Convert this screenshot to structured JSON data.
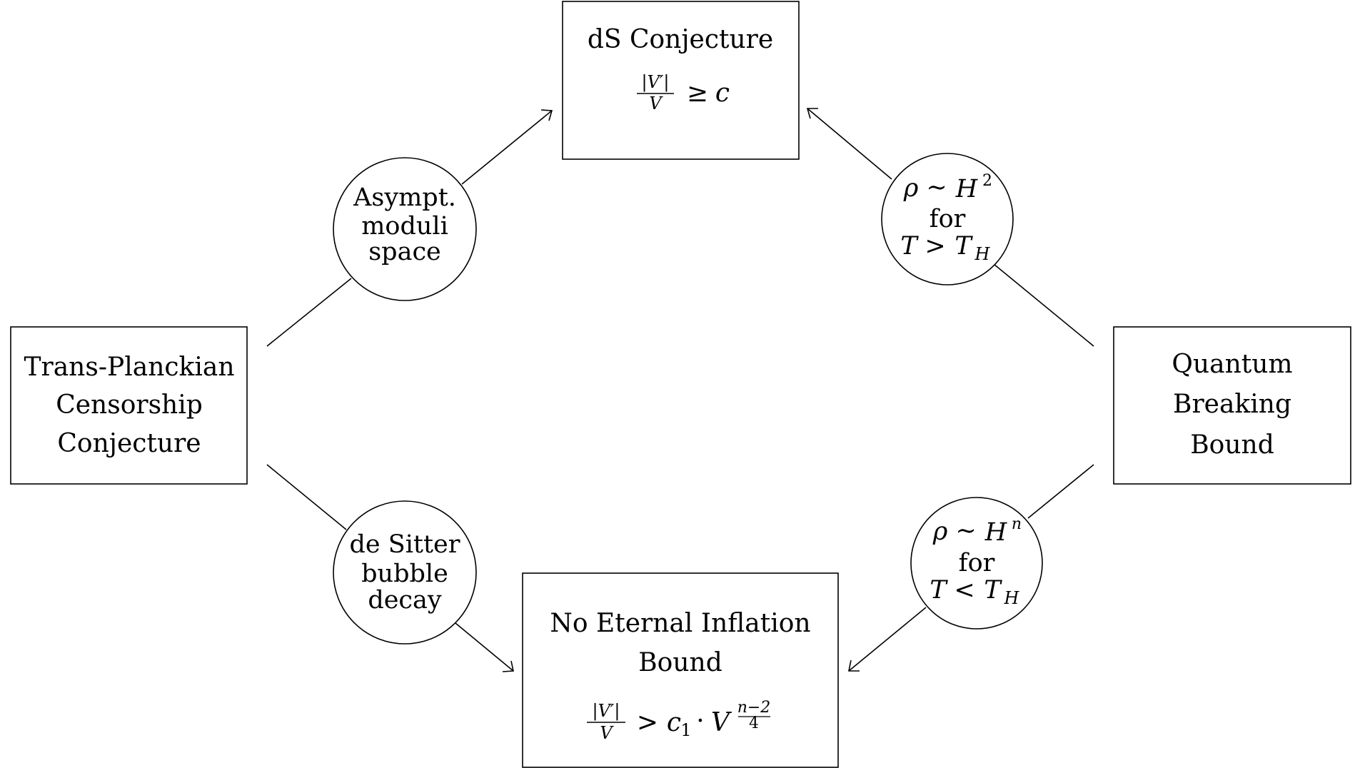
{
  "nodes": {
    "ds_conjecture": {
      "title": "dS Conjecture",
      "formula": {
        "numerator": "|V′|",
        "denominator": "V",
        "relation": "≥",
        "rhs": "c"
      }
    },
    "tcc": {
      "lines": [
        "Trans-Planckian",
        "Censorship",
        "Conjecture"
      ]
    },
    "qbb": {
      "lines": [
        "Quantum",
        "Breaking",
        "Bound"
      ]
    },
    "neib": {
      "lines": [
        "No Eternal Inflation",
        "Bound"
      ],
      "formula": {
        "numerator": "|V′|",
        "denominator": "V",
        "relation": ">",
        "coeff": "c",
        "coeff_sub": "1",
        "dot": "·",
        "base": "V",
        "exp_numerator": "n−2",
        "exp_denominator": "4"
      }
    }
  },
  "edge_labels": {
    "asympt": {
      "lines": [
        "Asympt.",
        "moduli",
        "space"
      ]
    },
    "de_sitter": {
      "lines": [
        "de Sitter",
        "bubble",
        "decay"
      ]
    },
    "rho_h2": {
      "rho": "ρ",
      "sim": "∼",
      "H": "H",
      "exp": "2",
      "for": "for",
      "T": "T",
      "rel": ">",
      "TH": "T",
      "TH_sub": "H"
    },
    "rho_hn": {
      "rho": "ρ",
      "sim": "∼",
      "H": "H",
      "exp": "n",
      "for": "for",
      "T": "T",
      "rel": "<",
      "TH": "T",
      "TH_sub": "H"
    }
  }
}
